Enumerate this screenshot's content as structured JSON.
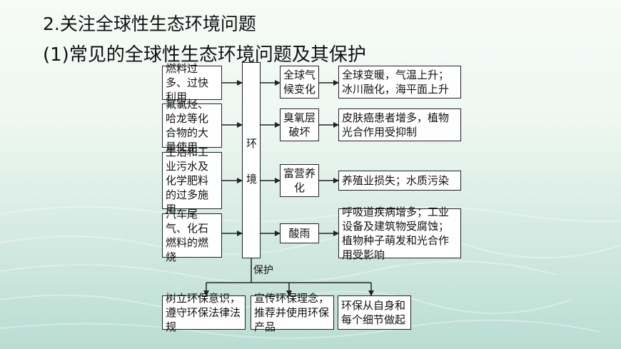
{
  "heading": "2.关注全球性生态环境问题",
  "subheading": "(1)常见的全球性生态环境问题及其保护",
  "causes": [
    "燃料过多、过快利用",
    "氟氯烃、哈龙等化合物的大量使用",
    "生活和工业污水及化学肥料的过多施用",
    "汽车尾气、化石燃料的燃烧"
  ],
  "environment_label": [
    "环",
    "境"
  ],
  "problems": [
    "全球气候变化",
    "臭氧层破坏",
    "富营养化",
    "酸雨"
  ],
  "effects": [
    "全球变暖，气温上升；冰川融化，海平面上升",
    "皮肤癌患者增多，植物光合作用受抑制",
    "养殖业损失；水质污染",
    "呼吸道疾病增多；工业设备及建筑物受腐蚀；植物种子萌发和光合作用受影响"
  ],
  "protect_label": "保护",
  "protections": [
    "树立环保意识，遵守环保法律法规",
    "宣传环保理念，推荐并使用环保产品",
    "环保从自身和每个细节做起"
  ]
}
